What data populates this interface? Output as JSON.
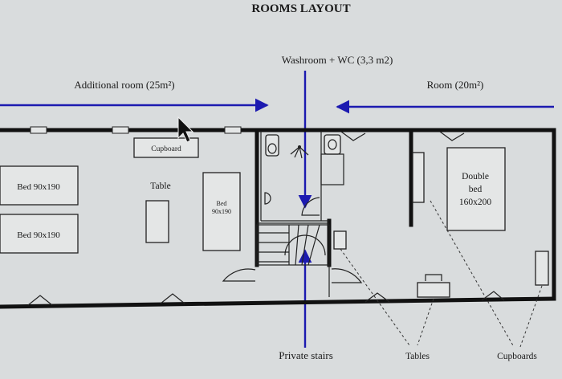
{
  "title": "ROOMS LAYOUT",
  "labels": {
    "washroom": "Washroom + WC (3,3 m2)",
    "additional_room": "Additional room (25m²)",
    "room": "Room (20m²)",
    "cupboard": "Cupboard",
    "table": "Table",
    "bed_left_top": "Bed 90x190",
    "bed_left_bottom": "Bed 90x190",
    "bed_small_line1": "Bed",
    "bed_small_line2": "90x190",
    "double_bed_line1": "Double",
    "double_bed_line2": "bed",
    "double_bed_line3": "160x200",
    "private_stairs": "Private stairs",
    "tables": "Tables",
    "cupboards": "Cupboards"
  },
  "colors": {
    "arrow": "#1c1ab0",
    "wall": "#111111",
    "paper": "#d9dcdd"
  }
}
